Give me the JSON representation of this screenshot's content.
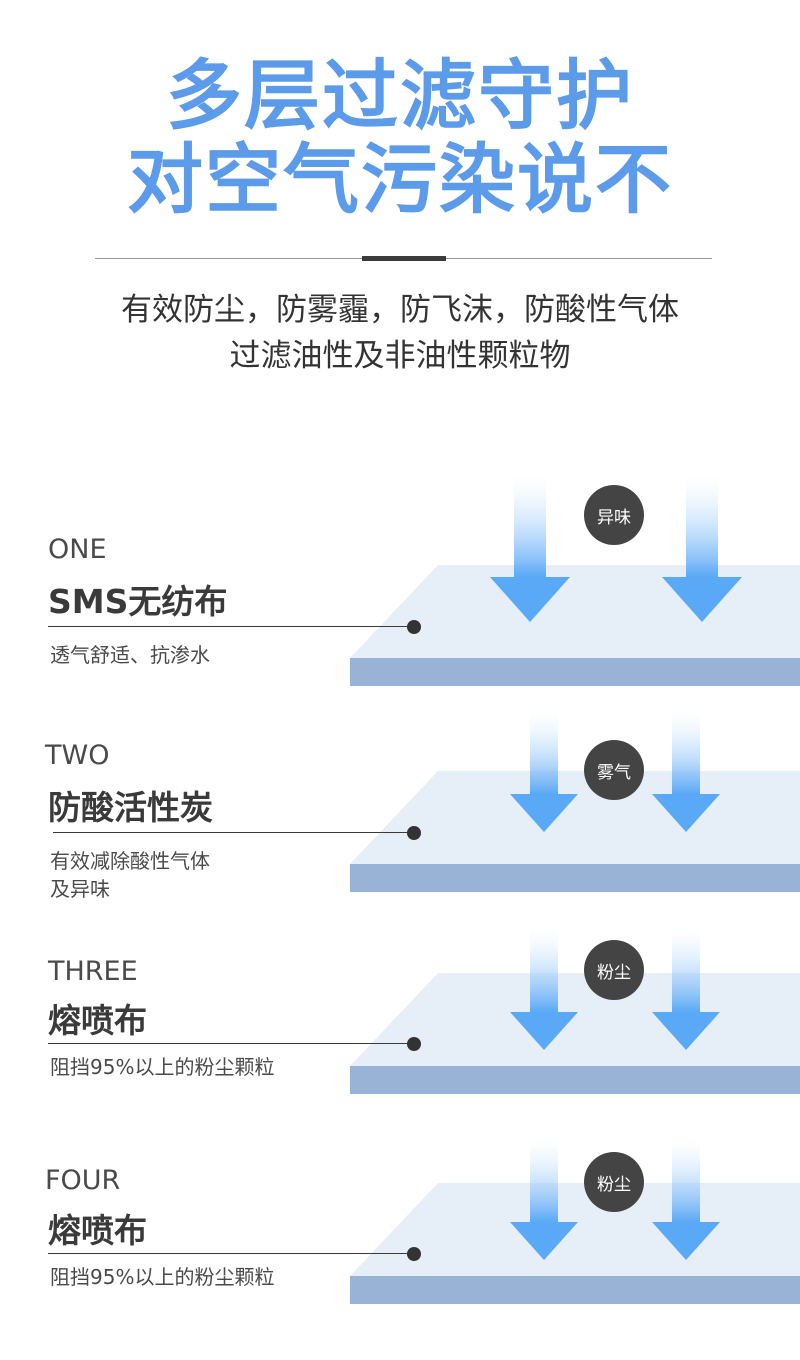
{
  "header": {
    "title_line1": "多层过滤守护",
    "title_line2": "对空气污染说不",
    "subtitle_line1": "有效防尘，防雾霾，防飞沫，防酸性气体",
    "subtitle_line2": "过滤油性及非油性颗粒物"
  },
  "colors": {
    "title": "#5b9bea",
    "sheet_top": "#e6eef8",
    "sheet_edge": "#98b3d5",
    "arrow": "#5aa9f6",
    "badge": "#444444"
  },
  "layers": [
    {
      "number": "ONE",
      "name": "SMS无纺布",
      "desc_line1": "透气舒适、抗渗水",
      "desc_line2": "",
      "badge": "异味"
    },
    {
      "number": "TWO",
      "name": "防酸活性炭",
      "desc_line1": "有效减除酸性气体",
      "desc_line2": "及异味",
      "badge": "雾气"
    },
    {
      "number": "THREE",
      "name": "熔喷布",
      "desc_line1": "阻挡95%以上的粉尘颗粒",
      "desc_line2": "",
      "badge": "粉尘"
    },
    {
      "number": "FOUR",
      "name": "熔喷布",
      "desc_line1": "阻挡95%以上的粉尘颗粒",
      "desc_line2": "",
      "badge": "粉尘"
    }
  ]
}
